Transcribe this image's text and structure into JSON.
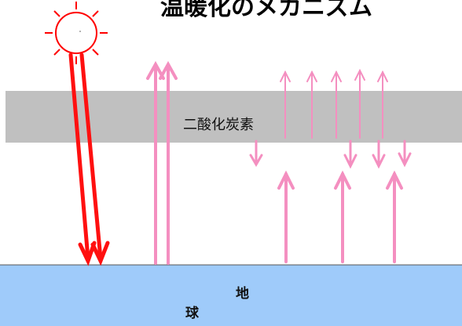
{
  "diagram": {
    "title": "温暖化のメカニズム",
    "co2_layer_label": "二酸化炭素",
    "earth_label_line1": "地",
    "earth_label_line2": "球"
  },
  "colors": {
    "sun": "#ff0000",
    "incoming_ray": "#ff1010",
    "ir_arrow": "#f48fc0",
    "co2_band": "#c0c0c0",
    "earth": "#9fcbfa"
  },
  "icons": {
    "sun": "sun-icon"
  }
}
